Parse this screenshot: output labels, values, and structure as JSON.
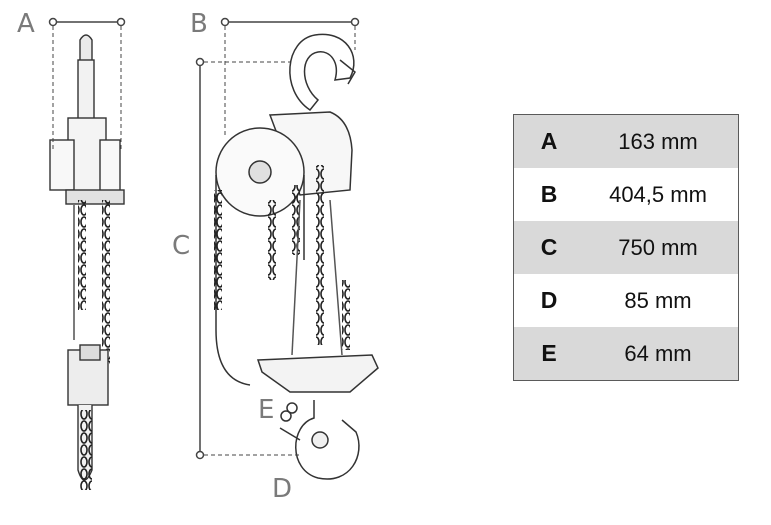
{
  "diagram": {
    "labels": {
      "a": "A",
      "b": "B",
      "c": "C",
      "d": "D",
      "e": "E"
    }
  },
  "specs": [
    {
      "key": "A",
      "value": "163 mm"
    },
    {
      "key": "B",
      "value": "404,5 mm"
    },
    {
      "key": "C",
      "value": "750 mm"
    },
    {
      "key": "D",
      "value": "85 mm"
    },
    {
      "key": "E",
      "value": "64 mm"
    }
  ]
}
